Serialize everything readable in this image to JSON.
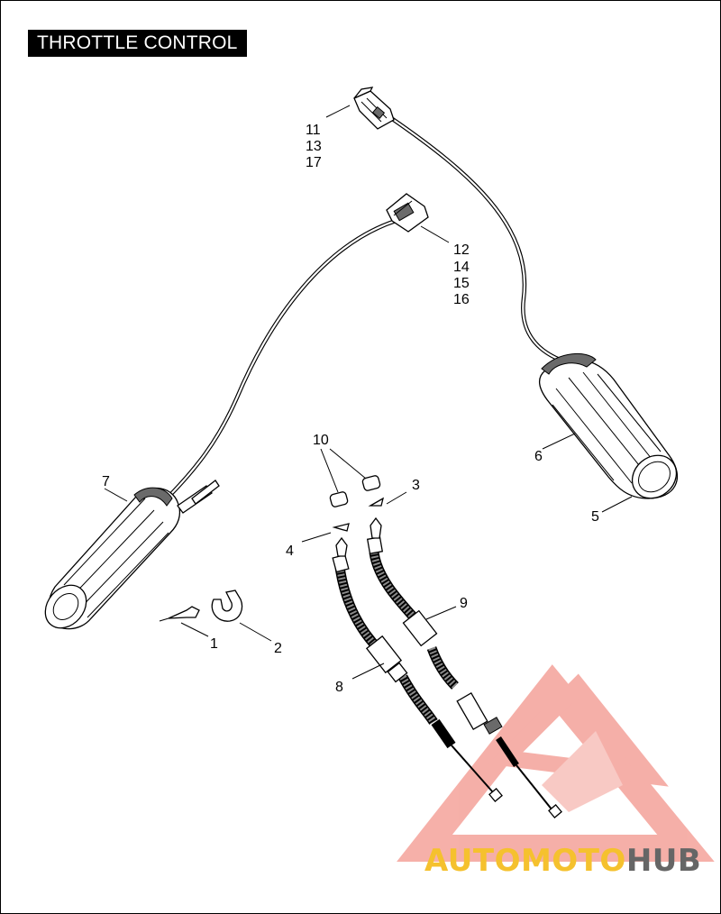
{
  "title": "THROTTLE CONTROL",
  "callouts": {
    "c1": "1",
    "c2": "2",
    "c3": "3",
    "c4": "4",
    "c5": "5",
    "c6": "6",
    "c7": "7",
    "c8": "8",
    "c9": "9",
    "c10": "10",
    "c11": "11",
    "c12": "12",
    "c13": "13",
    "c14": "14",
    "c15": "15",
    "c16": "16",
    "c17": "17"
  },
  "watermark": {
    "part1": "AUTOMOTO",
    "part2": "HUB",
    "color_primary": "#f4a29a",
    "color_accent": "#f5c12e",
    "color_dark": "#555555"
  }
}
